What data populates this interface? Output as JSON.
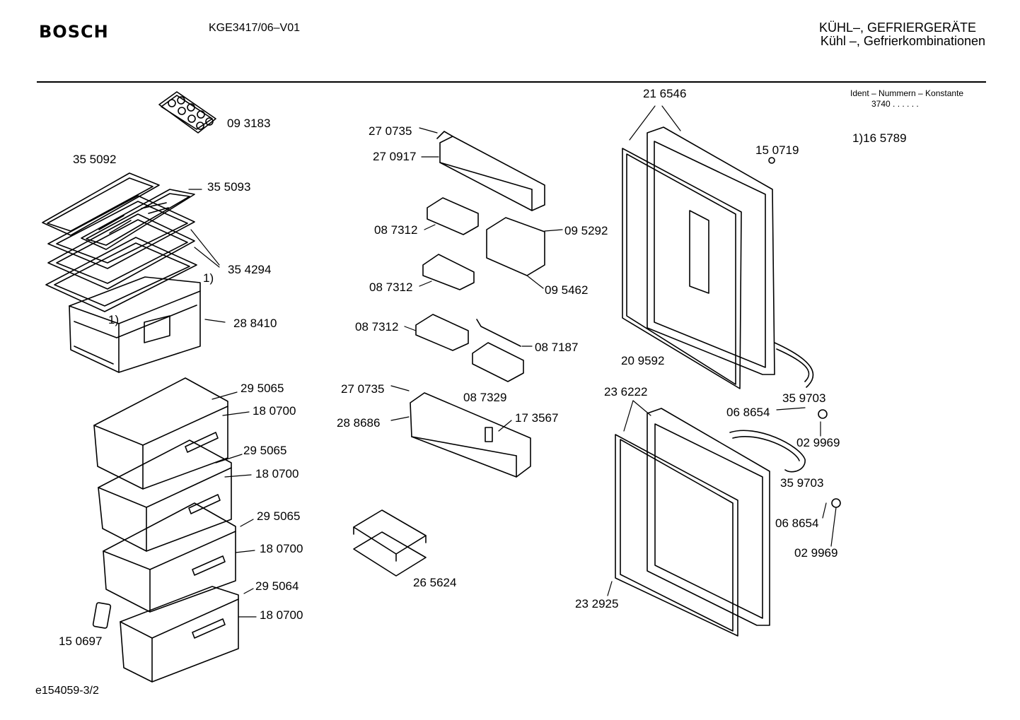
{
  "header": {
    "brand": "BOSCH",
    "model": "KGE3417/06–V01",
    "category_de_upper": "KÜHL–, GEFRIERGERÄTE",
    "category_de": "Kühl –, Gefrierkombinationen"
  },
  "ident": {
    "label": "Ident – Nummern – Konstante",
    "value": "3740  .  .   .  .  .  ."
  },
  "note": "1)16 5789",
  "parts": {
    "p093183": "09 3183",
    "p355092": "35 5092",
    "p355093": "35 5093",
    "p354294": "35 4294",
    "p1a": "1)",
    "p1b": "1)",
    "p288410": "28 8410",
    "p295065a": "29 5065",
    "p180700a": "18 0700",
    "p295065b": "29 5065",
    "p180700b": "18 0700",
    "p295065c": "29 5065",
    "p180700c": "18 0700",
    "p295064": "29 5064",
    "p180700d": "18 0700",
    "p150697": "15 0697",
    "p270735a": "27 0735",
    "p270917": "27 0917",
    "p087312a": "08 7312",
    "p095292": "09 5292",
    "p087312b": "08 7312",
    "p095462": "09 5462",
    "p087312c": "08 7312",
    "p087187": "08 7187",
    "p087329": "08 7329",
    "p270735b": "27 0735",
    "p288686": "28 8686",
    "p173567": "17 3567",
    "p265624": "26 5624",
    "p216546": "21 6546",
    "p150719": "15 0719",
    "p209592": "20 9592",
    "p236222": "23 6222",
    "p359703a": "35 9703",
    "p068654a": "06 8654",
    "p029969a": "02 9969",
    "p359703b": "35 9703",
    "p068654b": "06 8654",
    "p029969b": "02 9969",
    "p232925": "23 2925"
  },
  "footer": "e154059-3/2"
}
